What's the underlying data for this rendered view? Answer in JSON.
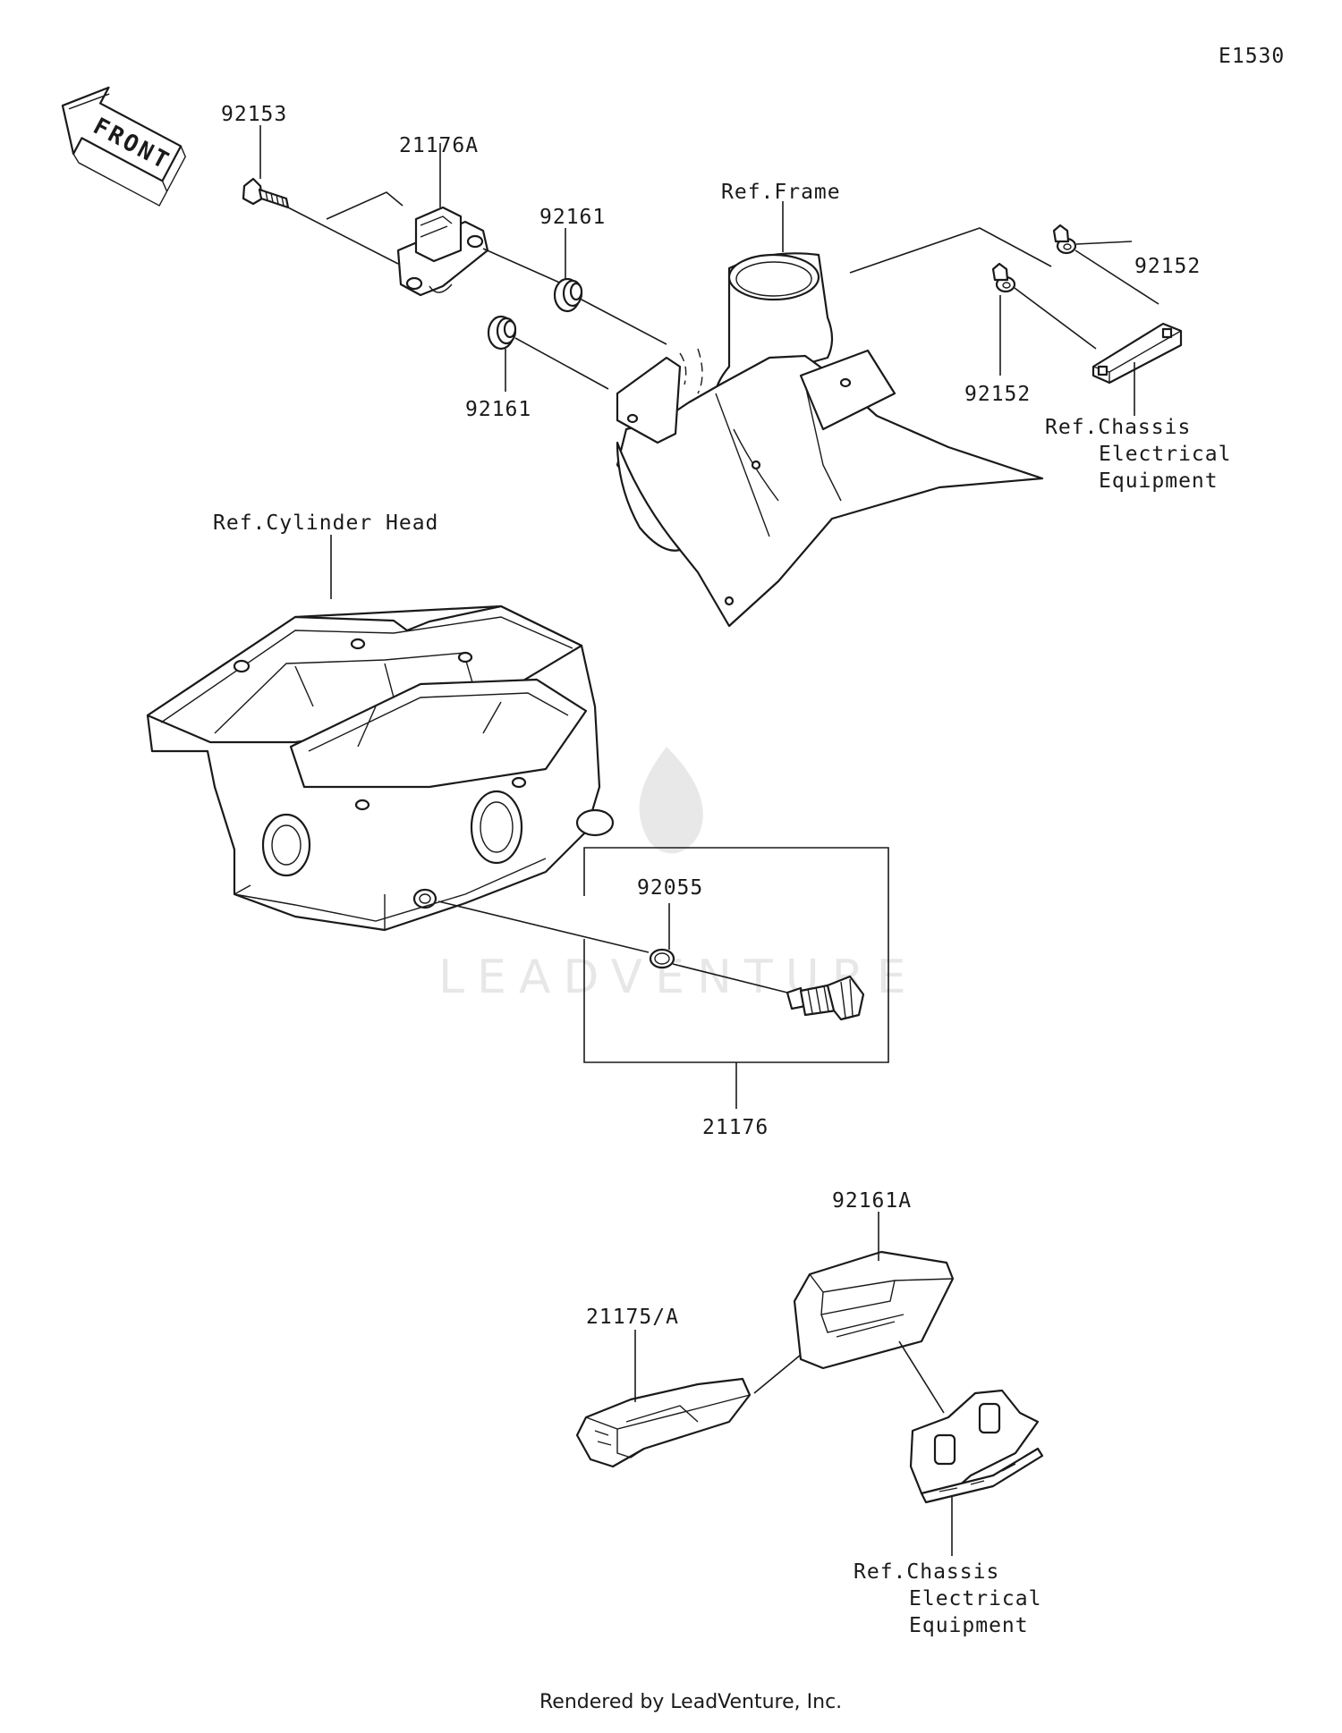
{
  "diagram_code": "E1530",
  "front_arrow": "FRONT",
  "labels": {
    "bolt": "92153",
    "sensor_top": "21176A",
    "grommet_upper": "92161",
    "grommet_lower": "92161",
    "frame_ref": "Ref.Frame",
    "screw_upper": "92152",
    "screw_lower": "92152",
    "chassis_ref_top_1": "Ref.Chassis",
    "chassis_ref_top_2": "Electrical",
    "chassis_ref_top_3": "Equipment",
    "cylinder_head_ref": "Ref.Cylinder Head",
    "o_ring": "92055",
    "temp_sensor": "21176",
    "damper": "92161A",
    "sensor_unit": "21175/A",
    "chassis_ref_bottom_1": "Ref.Chassis",
    "chassis_ref_bottom_2": "Electrical",
    "chassis_ref_bottom_3": "Equipment"
  },
  "watermark": "LEADVENTURE",
  "footer": "Rendered by LeadVenture, Inc."
}
